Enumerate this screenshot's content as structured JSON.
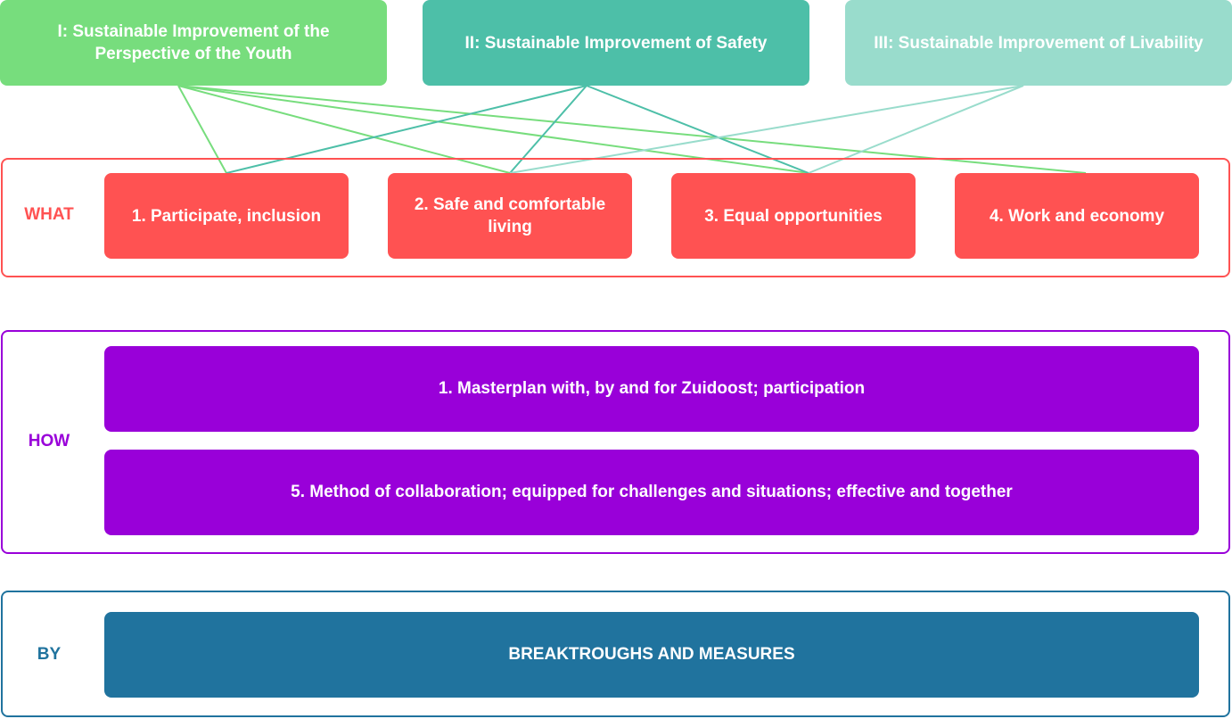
{
  "colors": {
    "goal_1": "#77dd7d",
    "goal_2": "#4dbfa8",
    "goal_3": "#99dccc",
    "what": "#ff5252",
    "how": "#9900d9",
    "by": "#20739e"
  },
  "goals": [
    {
      "label": "I: Sustainable Improvement of the Perspective of the Youth"
    },
    {
      "label": "II: Sustainable Improvement of Safety"
    },
    {
      "label": "III: Sustainable Improvement of Livability"
    }
  ],
  "what": {
    "label": "WHAT",
    "items": [
      {
        "label": "1. Participate, inclusion"
      },
      {
        "label": "2. Safe and comfortable living"
      },
      {
        "label": "3. Equal opportunities"
      },
      {
        "label": "4. Work and economy"
      }
    ]
  },
  "how": {
    "label": "HOW",
    "items": [
      {
        "label": "1. Masterplan with, by and for Zuidoost; participation"
      },
      {
        "label": "5. Method of collaboration; equipped for challenges and situations; effective and together"
      }
    ]
  },
  "by": {
    "label": "BY",
    "items": [
      {
        "label": "BREAKTROUGHS AND MEASURES"
      }
    ]
  },
  "links": [
    {
      "from": 0,
      "to": 0
    },
    {
      "from": 0,
      "to": 1
    },
    {
      "from": 0,
      "to": 2
    },
    {
      "from": 0,
      "to": 3
    },
    {
      "from": 1,
      "to": 0
    },
    {
      "from": 1,
      "to": 1
    },
    {
      "from": 1,
      "to": 2
    },
    {
      "from": 2,
      "to": 1
    },
    {
      "from": 2,
      "to": 2
    }
  ]
}
